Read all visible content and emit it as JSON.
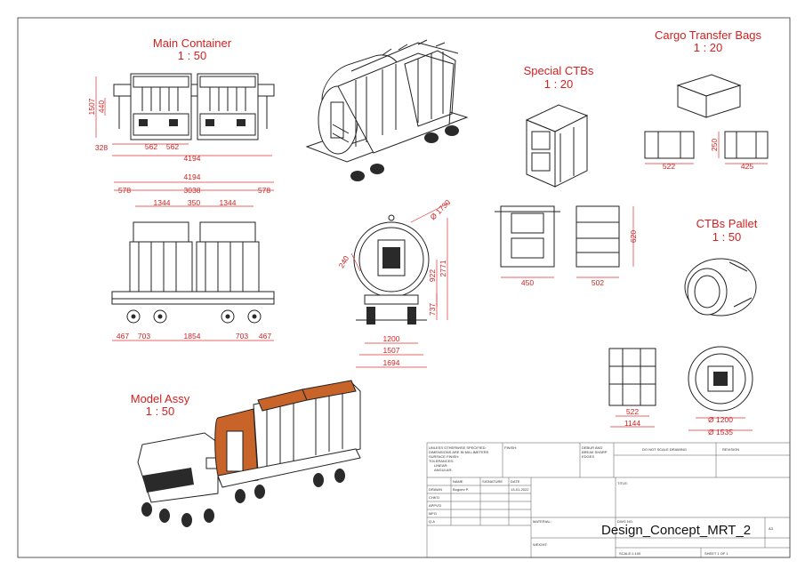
{
  "titles": {
    "main_container": "Main Container",
    "main_container_scale": "1 : 50",
    "cargo_bags": "Cargo Transfer Bags",
    "cargo_bags_scale": "1 : 20",
    "special_ctbs": "Special CTBs",
    "special_ctbs_scale": "1 : 20",
    "ctbs_pallet": "CTBs Pallet",
    "ctbs_pallet_scale": "1 : 50",
    "model_assy": "Model Assy",
    "model_assy_scale": "1 : 50"
  },
  "dims": {
    "top_h1": "1507",
    "top_h2": "440",
    "top_w328": "328",
    "top_w562a": "562",
    "top_w562b": "562",
    "top_total": "4194",
    "side_total": "4194",
    "side_578a": "578",
    "side_3038": "3038",
    "side_578b": "578",
    "side_1344a": "1344",
    "side_350": "350",
    "side_1344b": "1344",
    "side_467a": "467",
    "side_703a": "703",
    "side_1854": "1854",
    "side_703b": "703",
    "side_467b": "467",
    "front_dia": "Ø 1730",
    "front_240": "240",
    "front_922": "922",
    "front_2771": "2771",
    "front_737": "737",
    "front_1200": "1200",
    "front_1507": "1507",
    "front_1694": "1694",
    "ctb_450": "450",
    "ctb_502": "502",
    "ctb_620": "620",
    "bag_522": "522",
    "bag_250": "250",
    "bag_425": "425",
    "pal_522": "522",
    "pal_1144": "1144",
    "pal_d1200": "Ø 1200",
    "pal_d1535": "Ø 1535"
  },
  "title_block": {
    "notes": [
      "UNLESS OTHERWISE SPECIFIED:",
      "DIMENSIONS ARE IN MILLIMETERS",
      "SURFACE FINISH:",
      "TOLERANCES:",
      "LINEAR:",
      "ANGULAR:"
    ],
    "finish": "FINISH:",
    "deburr": [
      "DEBUR AND",
      "BREAK SHARP",
      "EDGES"
    ],
    "do_not_scale": "DO NOT SCALE DRAWING",
    "revision": "REVISION",
    "hdr_name": "NAME",
    "hdr_signature": "SIGNATURE",
    "hdr_date": "DATE",
    "rows": [
      "DRAWN",
      "CHK'D",
      "APPV'D",
      "MFG",
      "Q.A"
    ],
    "drawn_name": "Bogoev P.",
    "drawn_date": "13-01-2022",
    "title_label": "TITLE:",
    "material": "MATERIAL:",
    "dwg_no": "DWG NO.",
    "drawing_name": "Design_Concept_MRT_2",
    "sheet_size": "A3",
    "weight": "WEIGHT:",
    "scale": "SCALE:1:100",
    "sheet": "SHEET 1 OF 1"
  }
}
